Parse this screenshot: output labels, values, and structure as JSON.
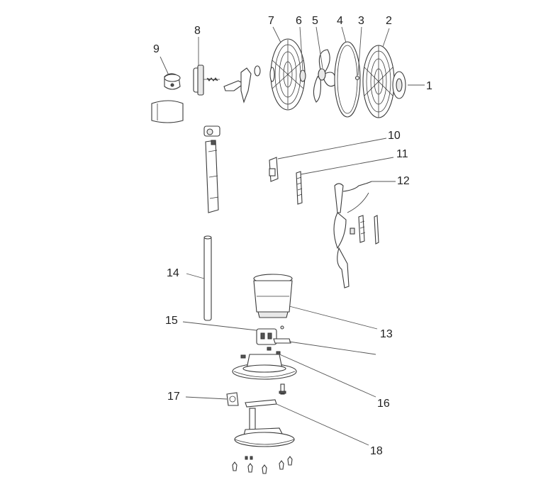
{
  "callouts": [
    {
      "number": "1"
    },
    {
      "number": "2"
    },
    {
      "number": "3"
    },
    {
      "number": "4"
    },
    {
      "number": "5"
    },
    {
      "number": "6"
    },
    {
      "number": "7"
    },
    {
      "number": "8"
    },
    {
      "number": "9"
    },
    {
      "number": "10"
    },
    {
      "number": "11"
    },
    {
      "number": "12"
    },
    {
      "number": "13"
    },
    {
      "number": "14"
    },
    {
      "number": "15"
    },
    {
      "number": "16"
    },
    {
      "number": "17"
    },
    {
      "number": "18"
    }
  ]
}
